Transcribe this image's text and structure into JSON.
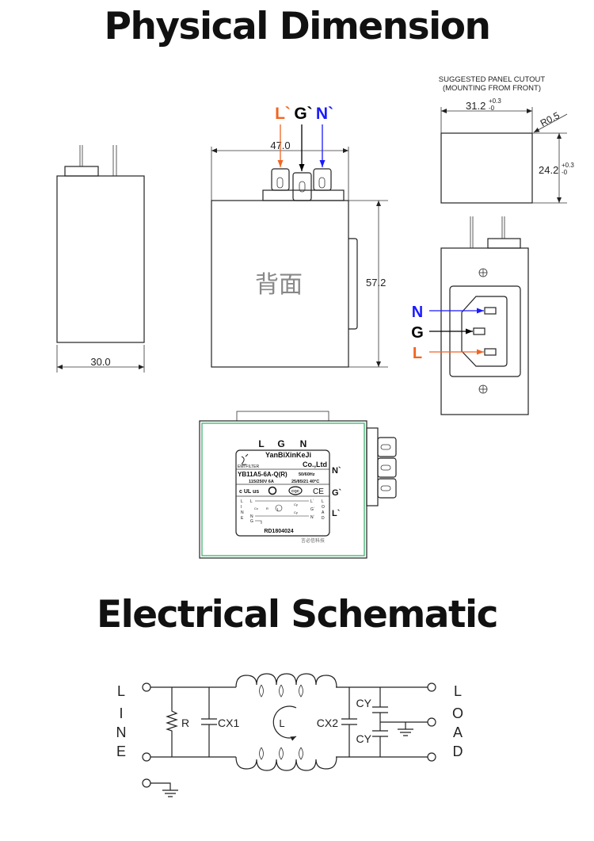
{
  "titles": {
    "physical": "Physical Dimension",
    "schematic": "Electrical Schematic"
  },
  "colors": {
    "line_terminal": "#f26522",
    "neutral_terminal": "#1a1aff",
    "ground_terminal": "#000000",
    "label_border": "#3cb371"
  },
  "side_view": {
    "width_dim": "30.0"
  },
  "back_view": {
    "width_dim": "47.0",
    "height_dim": "57.2",
    "center_text": "背面",
    "terminal_labels": {
      "l": "L`",
      "g": "G`",
      "n": "N`"
    },
    "tab_marks": [
      "0",
      "0",
      "0"
    ]
  },
  "panel_cutout": {
    "title_line1": "SUGGESTED PANEL CUTOUT",
    "title_line2": "(MOUNTING FROM FRONT)",
    "width_dim": "31.2",
    "height_dim": "24.2",
    "tol_plus": "+0.3",
    "tol_minus": "-0",
    "radius": "R0.5"
  },
  "front_view": {
    "labels": {
      "n": "N",
      "g": "G",
      "l": "L"
    }
  },
  "product_label": {
    "top_letters": [
      "L",
      "G",
      "N"
    ],
    "brand": "YanBiXinKeJi",
    "company_suffix": "Co.,Ltd",
    "product_type": "EMI FILTER",
    "model": "YB11A5-6A-Q(R)",
    "frequency": "50/60Hz",
    "rating": "115/250V  6A",
    "climate": "25/85/21  40°C",
    "certs": [
      "c UL us",
      "TÜV",
      "CQC",
      "CE"
    ],
    "line_letters": [
      "L",
      "I",
      "N",
      "E"
    ],
    "load_letters": [
      "L",
      "O",
      "A",
      "D"
    ],
    "mini_labels": {
      "l_in": "L",
      "n_in": "N",
      "g_in": "G",
      "l_out": "L`",
      "g_out": "G`",
      "n_out": "N`",
      "cx": "Cx",
      "r": "R",
      "l": "L",
      "cy": "Cy"
    },
    "serial": "RD1804024",
    "chinese_mark": "言必信科技",
    "side_labels": {
      "n": "N`",
      "g": "G`",
      "l": "L`"
    }
  },
  "schematic": {
    "line_letters": [
      "L",
      "I",
      "N",
      "E"
    ],
    "load_letters": [
      "L",
      "O",
      "A",
      "D"
    ],
    "r_label": "R",
    "cx1_label": "CX1",
    "cx2_label": "CX2",
    "inductor_label": "L",
    "cy_top_label": "CY",
    "cy_bottom_label": "CY"
  }
}
